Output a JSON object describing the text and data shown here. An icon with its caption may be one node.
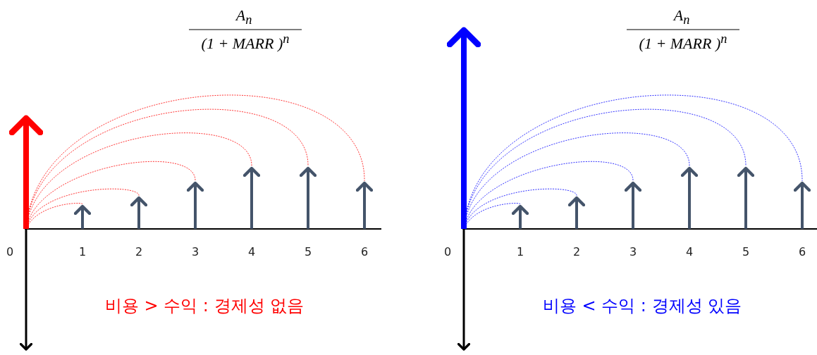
{
  "diagram": {
    "labels": [
      "A$_{n}$",
      "(1 + MARR )$^{n}$",
      "0",
      "1",
      "2",
      "3",
      "4",
      "5",
      "6",
      "비용 > 수익 : 경제성 없음",
      "A$_{n}$",
      "(1 + MARR )$^{n}$",
      "0",
      "1",
      "2",
      "3",
      "4",
      "5",
      "6",
      "비용 < 수익 : 경제성 있음"
    ]
  }
}
